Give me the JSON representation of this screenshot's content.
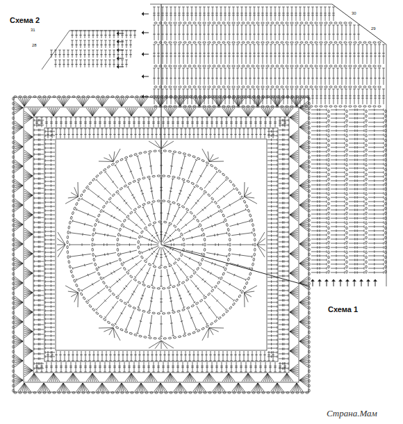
{
  "diagram": {
    "labels": [
      "Схема 2",
      "31",
      "28",
      "30",
      "29",
      "Схема 1",
      "Страна.Мам"
    ]
  }
}
